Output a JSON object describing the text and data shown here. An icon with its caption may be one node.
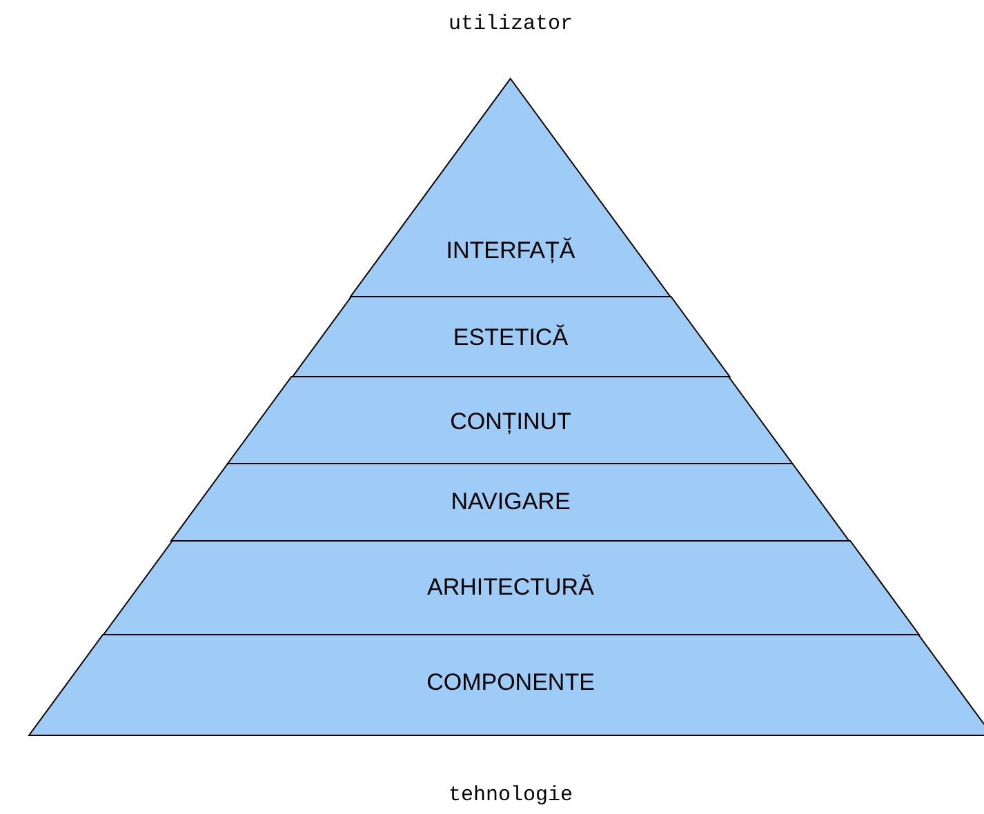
{
  "diagram": {
    "nodes": [
      {
        "text": [
          "INTERFAȚĂ"
        ]
      },
      {
        "text": [
          "ESTETICĂ"
        ]
      },
      {
        "text": [
          "CONȚINUT"
        ]
      },
      {
        "text": [
          "NAVIGARE"
        ]
      },
      {
        "text": [
          "ARHITECTURĂ"
        ]
      },
      {
        "text": [
          "COMPONENTE"
        ]
      }
    ],
    "labels": [
      "utilizator",
      "tehnologie"
    ]
  }
}
